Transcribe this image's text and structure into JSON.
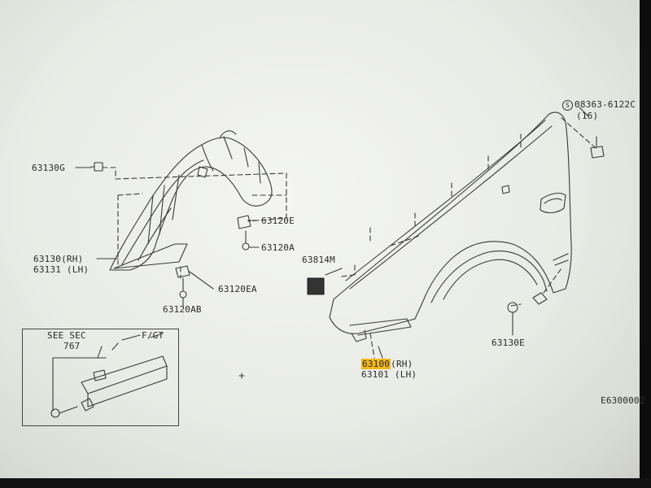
{
  "diagram_code": "E6300002",
  "inset": {
    "see_sec_line1": "SEE SEC",
    "see_sec_line2": "767",
    "variant": "F/GT"
  },
  "parts": {
    "p63130G": "63130G",
    "p63130_rh": "63130(RH)",
    "p63131_lh": "63131 (LH)",
    "p63120E": "63120E",
    "p63120A": "63120A",
    "p63120EA": "63120EA",
    "p63120AB": "63120AB",
    "p63814M": "63814M",
    "p63100_num": "63100",
    "p63100_side": "(RH)",
    "p63101_lh": "63101 (LH)",
    "p63130E": "63130E",
    "bolt_symbol": "S",
    "bolt_number": "08363-6122C",
    "bolt_qty": "(16)"
  },
  "colors": {
    "highlight": "#f3b71c",
    "line": "#3a3a3a"
  }
}
